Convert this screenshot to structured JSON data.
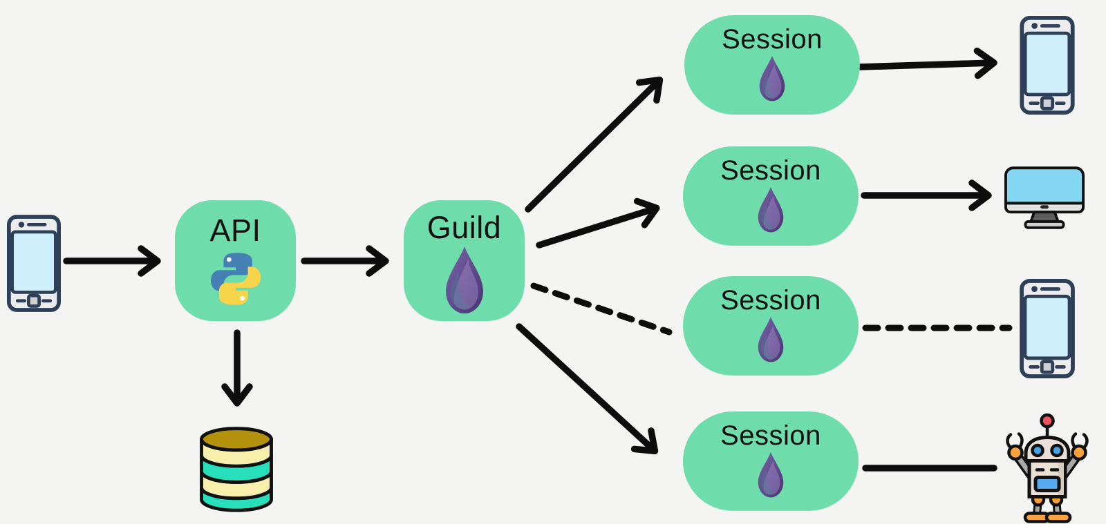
{
  "diagram": {
    "title": "client to API to Guild to Sessions architecture",
    "nodes": {
      "client_phone": {
        "icon": "smartphone-icon"
      },
      "api": {
        "label": "API",
        "icon": "python-icon"
      },
      "database": {
        "icon": "database-icon"
      },
      "guild": {
        "label": "Guild",
        "icon": "elixir-icon"
      },
      "sessions": [
        {
          "label": "Session",
          "icon": "elixir-icon"
        },
        {
          "label": "Session",
          "icon": "elixir-icon"
        },
        {
          "label": "Session",
          "icon": "elixir-icon"
        },
        {
          "label": "Session",
          "icon": "elixir-icon"
        }
      ],
      "devices": [
        {
          "icon": "smartphone-icon"
        },
        {
          "icon": "desktop-monitor-icon"
        },
        {
          "icon": "smartphone-icon"
        },
        {
          "icon": "robot-icon"
        }
      ]
    },
    "edges": [
      {
        "from": "client-phone",
        "to": "api",
        "style": "solid-arrow"
      },
      {
        "from": "api",
        "to": "guild",
        "style": "solid-arrow"
      },
      {
        "from": "api",
        "to": "database",
        "style": "solid-arrow"
      },
      {
        "from": "guild",
        "to": "session-1",
        "style": "solid-arrow"
      },
      {
        "from": "guild",
        "to": "session-2",
        "style": "solid-arrow"
      },
      {
        "from": "guild",
        "to": "session-3",
        "style": "dashed-line"
      },
      {
        "from": "guild",
        "to": "session-4",
        "style": "solid-arrow"
      },
      {
        "from": "session-1",
        "to": "smartphone-1",
        "style": "solid-arrow"
      },
      {
        "from": "session-2",
        "to": "desktop-monitor",
        "style": "solid-arrow"
      },
      {
        "from": "session-3",
        "to": "smartphone-2",
        "style": "dashed-line"
      },
      {
        "from": "session-4",
        "to": "robot",
        "style": "solid-line"
      }
    ]
  },
  "palette": {
    "background": "#f4f4f2",
    "node_green": "#6fdcab",
    "line_black": "#0d0d0d",
    "label_black": "#121212",
    "python_blue": "#4580b4",
    "python_yellow": "#f7d449",
    "elixir_purple": "#5d4a86",
    "db_gold": "#b5920e",
    "db_cream": "#f9efad",
    "db_teal": "#28dfbc",
    "device_navy": "#2e4058",
    "phone_screen_blue": "#cfeffd",
    "monitor_screen_blue": "#83d7f3",
    "robot_beige": "#eae0d7",
    "robot_orange": "#f9a23d",
    "robot_red": "#f2545f",
    "robot_eye_blue": "#45a4e6"
  }
}
